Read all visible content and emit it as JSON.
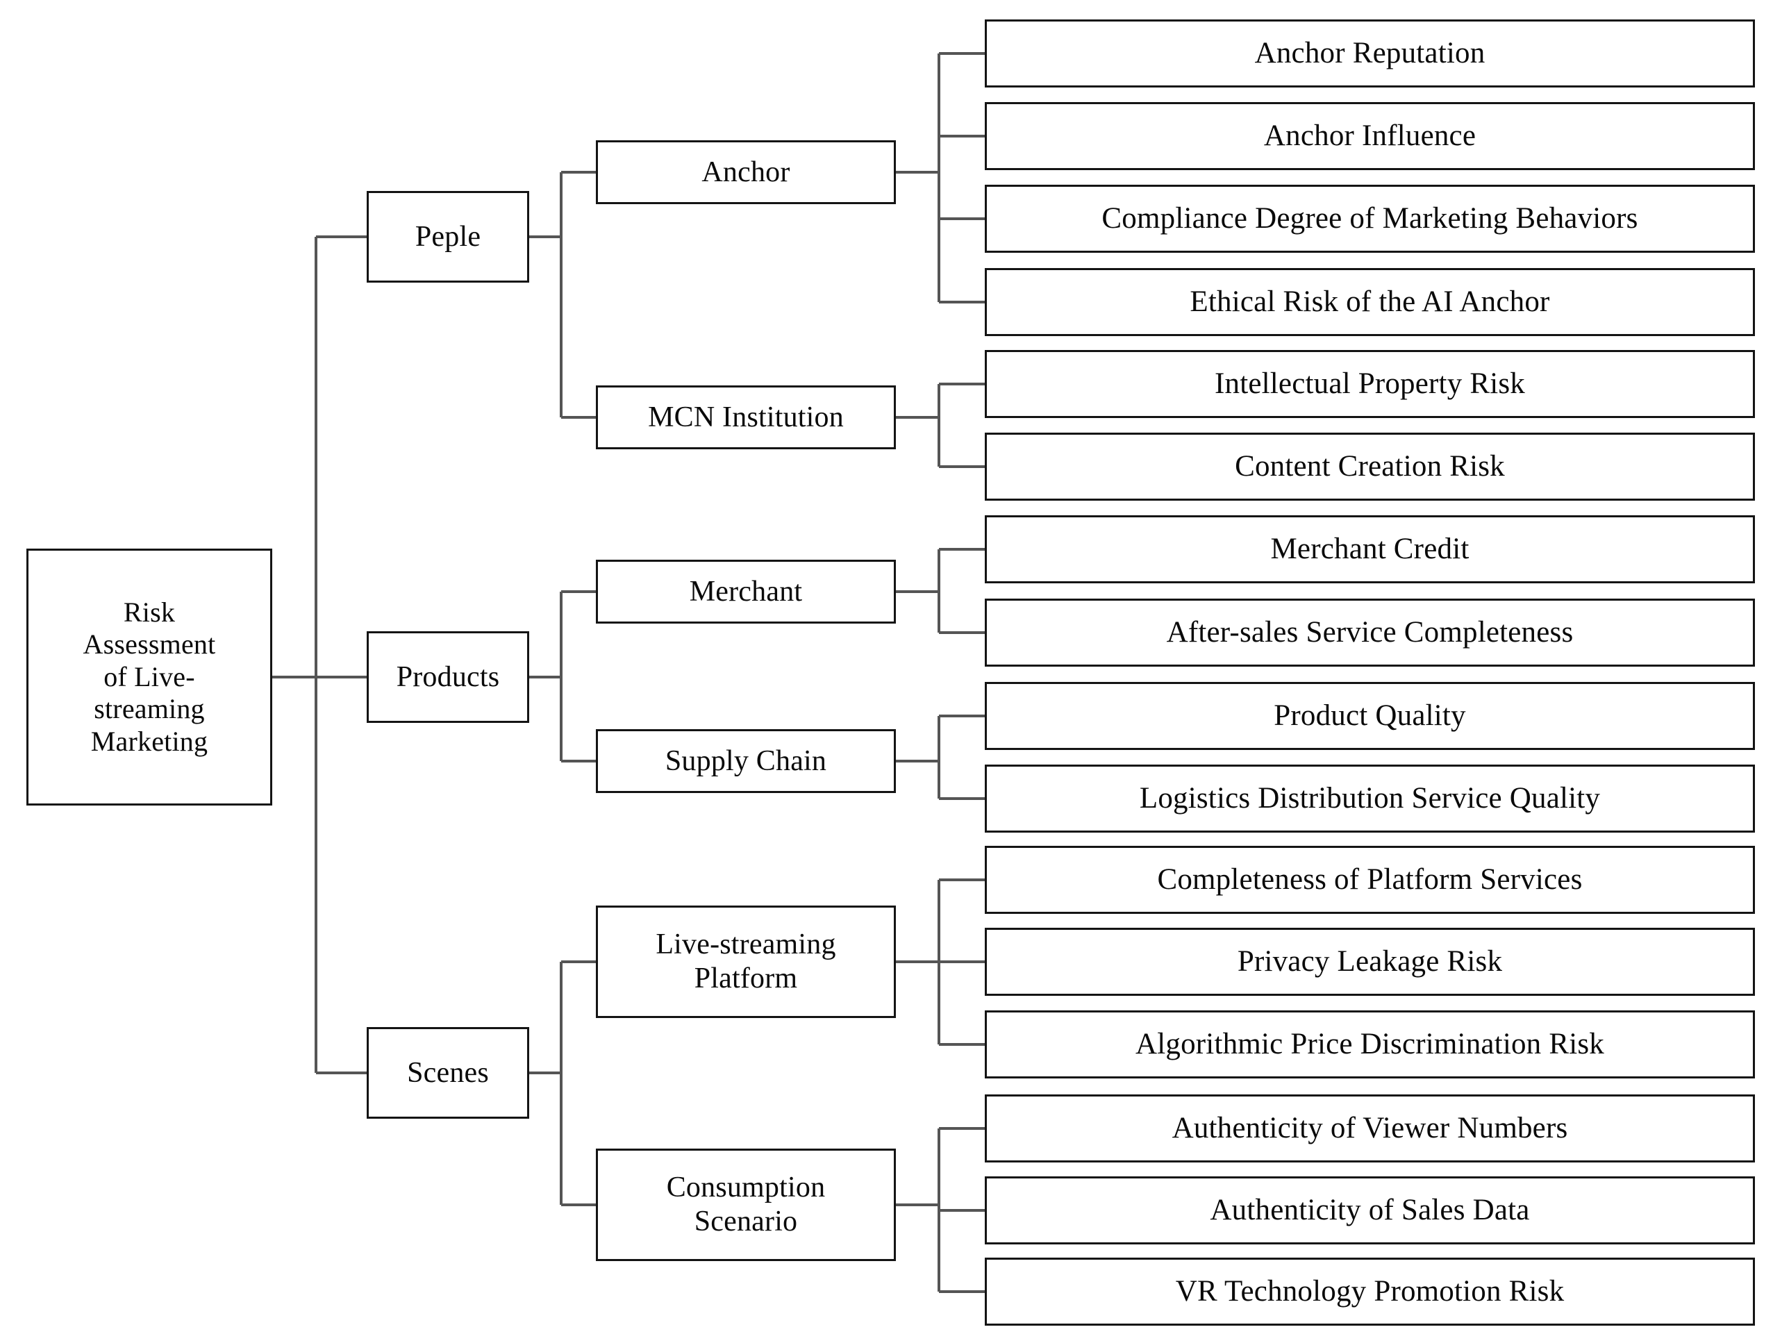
{
  "diagram": {
    "type": "hierarchy-tree",
    "title": "Risk Assessment of Live-streaming Marketing",
    "orientation": "left-to-right",
    "colors": {
      "background": "#ffffff",
      "box_border": "#141414",
      "connector": "#555555",
      "text": "#0a0a0a"
    },
    "root": {
      "label": "Risk\nAssessment\nof Live-\nstreaming\nMarketing"
    },
    "branches": [
      {
        "label": "Peple",
        "children": [
          {
            "label": "Anchor",
            "leaves": [
              "Anchor Reputation",
              "Anchor Influence",
              "Compliance Degree of Marketing Behaviors",
              "Ethical Risk of  the AI Anchor"
            ]
          },
          {
            "label": "MCN  Institution",
            "leaves": [
              "Intellectual Property Risk",
              "Content Creation Risk"
            ]
          }
        ]
      },
      {
        "label": "Products",
        "children": [
          {
            "label": "Merchant",
            "leaves": [
              "Merchant Credit",
              "After-sales Service  Completeness"
            ]
          },
          {
            "label": "Supply  Chain",
            "leaves": [
              "Product Quality",
              "Logistics Distribution Service  Quality"
            ]
          }
        ]
      },
      {
        "label": "Scenes",
        "children": [
          {
            "label": "Live-streaming\nPlatform",
            "leaves": [
              "Completeness of Platform Services",
              "Privacy Leakage Risk",
              "Algorithmic Price Discrimination Risk"
            ]
          },
          {
            "label": "Consumption\nScenario",
            "leaves": [
              "Authenticity of Viewer  Numbers",
              "Authenticity of Sales  Data",
              "VR Technology Promotion Risk"
            ]
          }
        ]
      }
    ]
  }
}
